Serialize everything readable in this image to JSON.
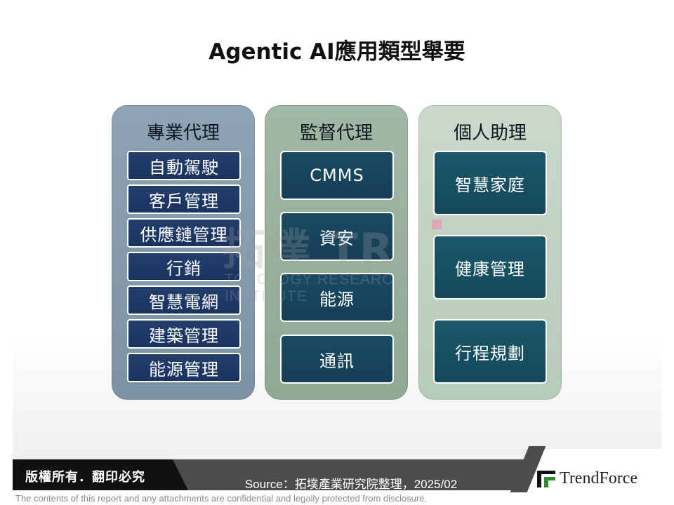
{
  "title": "Agentic AI應用類型舉要",
  "columns": [
    {
      "header": "專業代理",
      "items": [
        "自動駕駛",
        "客戶管理",
        "供應鏈管理",
        "行銷",
        "智慧電網",
        "建築管理",
        "能源管理"
      ]
    },
    {
      "header": "監督代理",
      "items": [
        "CMMS",
        "資安",
        "能源",
        "通訊"
      ]
    },
    {
      "header": "個人助理",
      "items": [
        "智慧家庭",
        "健康管理",
        "行程規劃"
      ]
    }
  ],
  "watermark": {
    "main": "拓墣 TRI",
    "sub": "TOPOLOGY RESEARCH INSTITUTE"
  },
  "footer": {
    "copyright": "版權所有．翻印必究",
    "source": "Source：拓墣產業研究院整理，2025/02",
    "logo_brand": "TrendForce",
    "disclaimer": "The contents of this report and any attachments are confidential and legally protected from disclosure."
  },
  "colors": {
    "column_1": "#8ea3b3",
    "column_2": "#a2b8a4",
    "column_3": "#cad9cc",
    "box_navy": "#1f3a66",
    "box_teal": "#173f57",
    "logo_green": "#2e8b2e"
  }
}
